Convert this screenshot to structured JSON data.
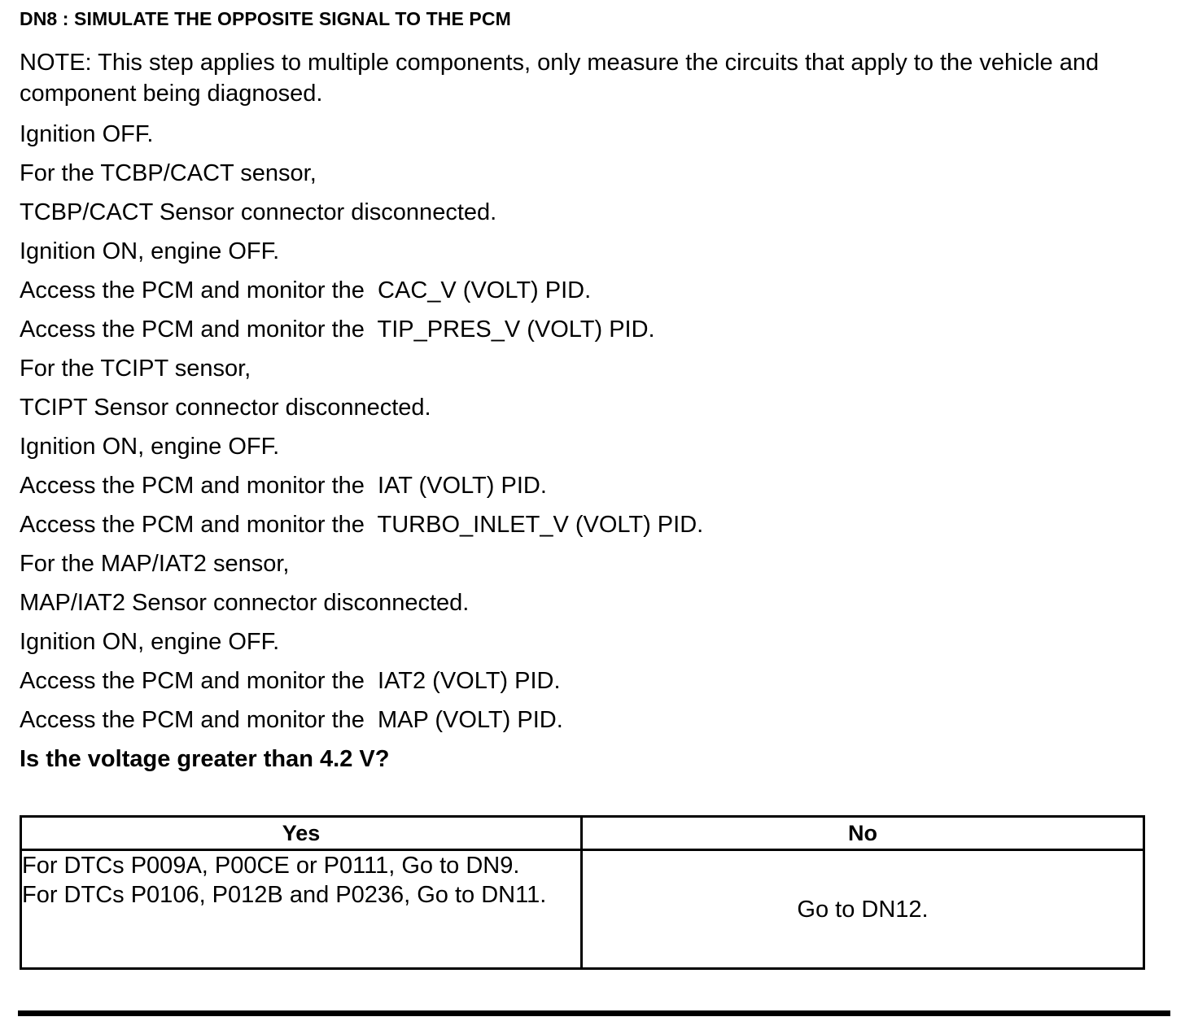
{
  "document": {
    "step_title": "DN8 : SIMULATE THE OPPOSITE SIGNAL TO THE PCM",
    "note": "NOTE: This step applies to multiple components, only measure the circuits that apply to the vehicle and component being diagnosed.",
    "steps": [
      {
        "text": "Ignition OFF.",
        "bold": false
      },
      {
        "text": "For the TCBP/CACT sensor,",
        "bold": false
      },
      {
        "text": "TCBP/CACT Sensor connector disconnected.",
        "bold": false
      },
      {
        "text": "Ignition ON, engine OFF.",
        "bold": false
      },
      {
        "text": "Access the PCM and monitor the  CAC_V (VOLT) PID.",
        "bold": false
      },
      {
        "text": "Access the PCM and monitor the  TIP_PRES_V (VOLT) PID.",
        "bold": false
      },
      {
        "text": "For the TCIPT sensor,",
        "bold": false
      },
      {
        "text": "TCIPT Sensor connector disconnected.",
        "bold": false
      },
      {
        "text": "Ignition ON, engine OFF.",
        "bold": false
      },
      {
        "text": "Access the PCM and monitor the  IAT (VOLT) PID.",
        "bold": false
      },
      {
        "text": "Access the PCM and monitor the  TURBO_INLET_V (VOLT) PID.",
        "bold": false
      },
      {
        "text": "For the MAP/IAT2 sensor,",
        "bold": false
      },
      {
        "text": "MAP/IAT2 Sensor connector disconnected.",
        "bold": false
      },
      {
        "text": "Ignition ON, engine OFF.",
        "bold": false
      },
      {
        "text": "Access the PCM and monitor the  IAT2 (VOLT) PID.",
        "bold": false
      },
      {
        "text": "Access the PCM and monitor the  MAP (VOLT) PID.",
        "bold": false
      },
      {
        "text": "Is the voltage greater than 4.2 V?",
        "bold": true
      }
    ],
    "decision_table": {
      "headers": [
        "Yes",
        "No"
      ],
      "row": {
        "yes": "For DTCs P009A, P00CE or P0111, Go to DN9.\nFor DTCs P0106, P012B and P0236, Go to DN11.",
        "no": "Go to DN12."
      }
    }
  }
}
